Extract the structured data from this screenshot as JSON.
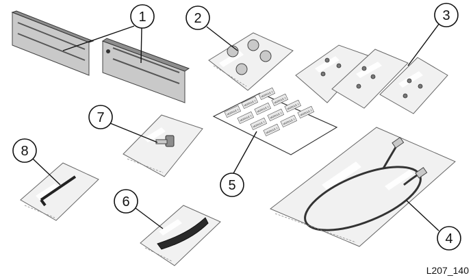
{
  "figure_id": "L207_140",
  "callouts": [
    "1",
    "2",
    "3",
    "4",
    "5",
    "6",
    "7",
    "8"
  ],
  "label_sheet": {
    "label_text": "MODULE 1"
  }
}
